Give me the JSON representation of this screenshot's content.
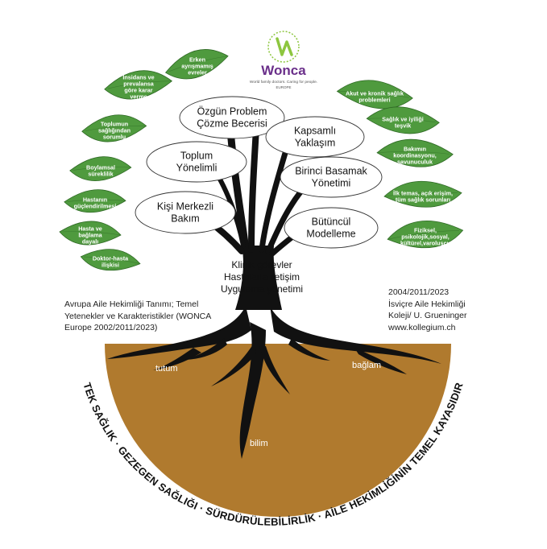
{
  "logo": {
    "name": "Wonca",
    "tagline": "World family doctors. Caring for people.",
    "region": "EUROPE",
    "color": "#6a2f8a",
    "accent": "#8dc63f"
  },
  "colors": {
    "leaf": "#4f9a3e",
    "leaf_dark": "#2f6a25",
    "soil": "#b07a2e",
    "tree": "#111111"
  },
  "left_leaves": [
    {
      "lines": [
        "Erken",
        "ayrışmamış",
        "evreler"
      ]
    },
    {
      "lines": [
        "İnsidans ve",
        "prevalansa",
        "göre karar",
        "verme"
      ]
    },
    {
      "lines": [
        "Toplumun",
        "sağlığından",
        "sorumlu"
      ]
    },
    {
      "lines": [
        "Boylamsal",
        "süreklilik"
      ]
    },
    {
      "lines": [
        "Hastanın",
        "güçlendirilmesi"
      ]
    },
    {
      "lines": [
        "Hasta ve",
        "bağlama",
        "dayalı"
      ]
    },
    {
      "lines": [
        "Doktor-hasta",
        "ilişkisi"
      ]
    }
  ],
  "right_leaves": [
    {
      "lines": [
        "Akut ve kronik sağlık",
        "problemleri"
      ]
    },
    {
      "lines": [
        "Sağlık ve iyiliği",
        "teşvik"
      ]
    },
    {
      "lines": [
        "Bakımın",
        "koordinasyonu,",
        "savunuculuk"
      ]
    },
    {
      "lines": [
        "İlk temas, açık erişim,",
        "tüm sağlık sorunları"
      ]
    },
    {
      "lines": [
        "Fiziksel,",
        "psikolojik,sosyal,",
        "kültürel,varoluşçu"
      ]
    }
  ],
  "competencies": [
    {
      "lines": [
        "Özgün Problem",
        "Çözme Becerisi"
      ]
    },
    {
      "lines": [
        "Kapsamlı",
        "Yaklaşım"
      ]
    },
    {
      "lines": [
        "Toplum",
        "Yönelimli"
      ]
    },
    {
      "lines": [
        "Birinci Basamak",
        "Yönetimi"
      ]
    },
    {
      "lines": [
        "Kişi Merkezli",
        "Bakım"
      ]
    },
    {
      "lines": [
        "Bütüncül",
        "Modelleme"
      ]
    }
  ],
  "trunk_text": [
    "Klinik görevler",
    "Hastalarla iletişim",
    "Uygulama yönetimi"
  ],
  "left_info": [
    "Avrupa Aile Hekimliği Tanımı; Temel",
    "Yetenekler ve Karakteristikler (WONCA",
    "Europe 2002/2011/2023)"
  ],
  "right_info": [
    "2004/2011/2023",
    "İsviçre Aile Hekimliği",
    "Koleji/ U. Grueninger",
    "www.kollegium.ch"
  ],
  "roots": {
    "left": "tutum",
    "right": "bağlam",
    "bottom": "bilim"
  },
  "arc_text": "TEK SAĞLIK · GEZEGEN SAĞLIĞI · SÜRDÜRÜLEBİLİRLİK · AİLE HEKİMLİĞİNİN TEMEL KAYASIDIR"
}
